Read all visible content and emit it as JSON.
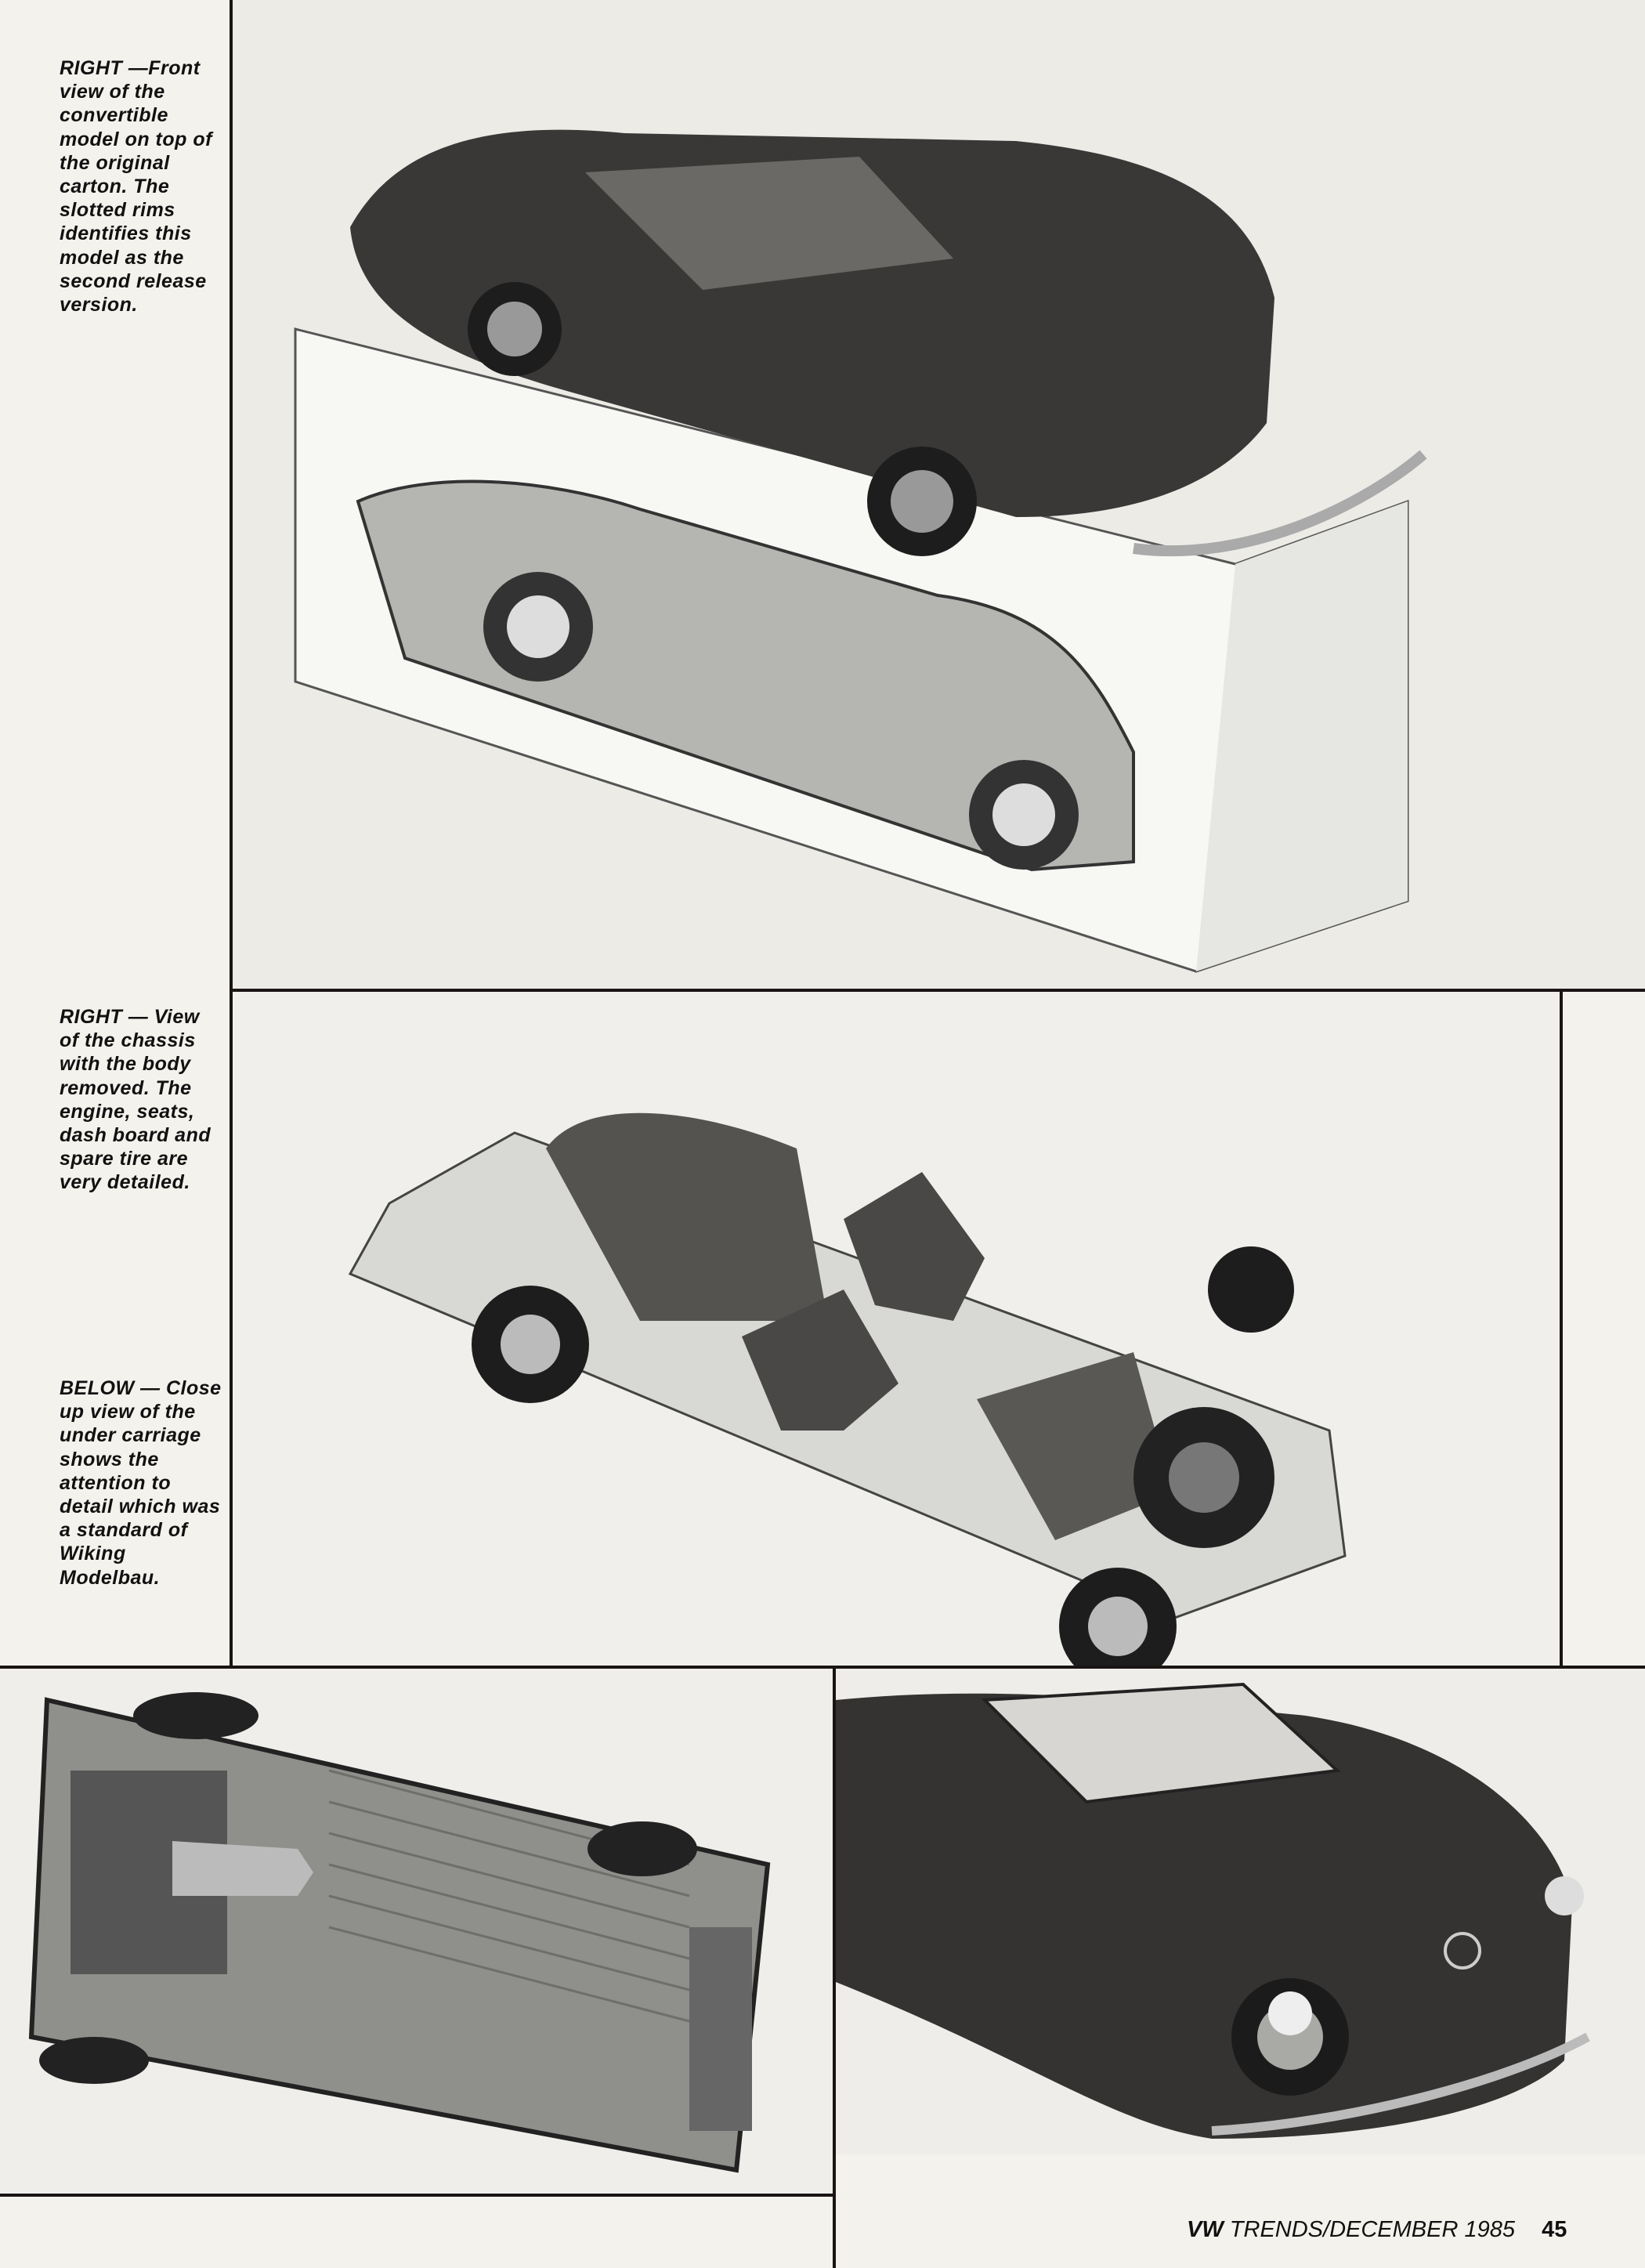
{
  "captions": [
    {
      "lead": "RIGHT —",
      "text": "Front view of the convertible model on top of the original carton. The slotted rims identifies this model as the second release version."
    },
    {
      "lead": "RIGHT —",
      "text": "View of the chassis with the body removed. The engine, seats, dash board and spare tire are very detailed."
    },
    {
      "lead": "BELOW —",
      "text": "Close up view of the under carriage shows the attention to detail which was a standard of Wiking Modelbau."
    }
  ],
  "footer": {
    "brand": "VW",
    "publication": "TRENDS/DECEMBER 1985",
    "page_number": "45"
  }
}
